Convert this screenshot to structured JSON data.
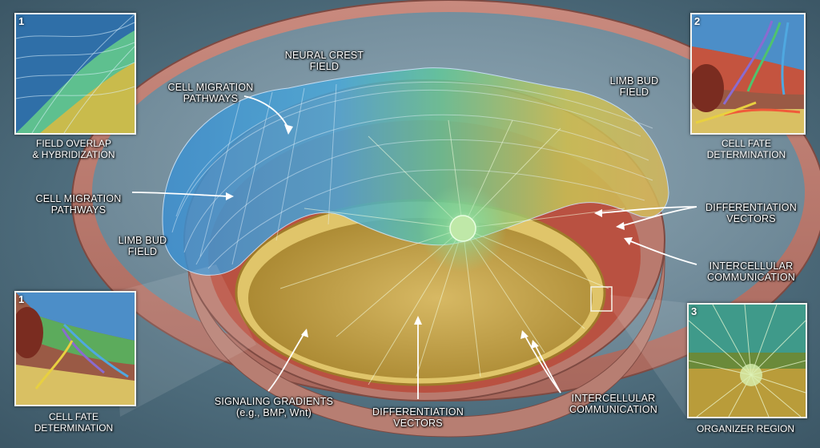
{
  "insets": [
    {
      "number": "1",
      "caption_line1": "FIELD OVERLAP",
      "caption_line2": "& HYBRIDIZATION"
    },
    {
      "number": "2",
      "caption_line1": "CELL FATE",
      "caption_line2": "DETERMINATION"
    },
    {
      "number": "1",
      "caption_line1": "CELL FATE",
      "caption_line2": "DETERMINATION"
    },
    {
      "number": "3",
      "caption_line1": "ORGANIZER REGION",
      "caption_line2": ""
    }
  ],
  "labels": {
    "neural_crest": [
      "NEURAL CREST",
      "FIELD"
    ],
    "migration_top": [
      "CELL MIGRATION",
      "PATHWAYS"
    ],
    "migration_left": [
      "CELL MIGRATION",
      "PATHWAYS"
    ],
    "limb_bud_right": [
      "LIMB BUD",
      "FIELD"
    ],
    "limb_bud_left": [
      "LIMB BUD",
      "FIELD"
    ],
    "differentiation_right": [
      "DIFFERENTIATION",
      "VECTORS"
    ],
    "intercellular_right": [
      "INTERCELLULAR",
      "COMMUNICATION"
    ],
    "signaling": [
      "SIGNALING GRADIENTS",
      "(e.g., BMP, Wnt)"
    ],
    "differentiation_bottom": [
      "DIFFERENTIATION",
      "VECTORS"
    ],
    "intercellular_bottom": [
      "INTERCELLULAR",
      "COMMUNICATION"
    ]
  }
}
